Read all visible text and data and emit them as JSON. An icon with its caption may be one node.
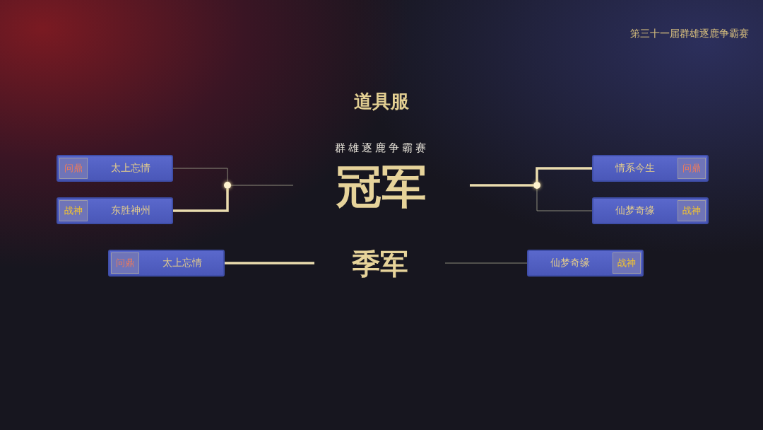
{
  "diagram": {
    "title": "道具服",
    "nodes": [
      {
        "text": [
          "问鼎",
          "太上忘情"
        ]
      },
      {
        "text": [
          "战神",
          "东胜神州"
        ]
      },
      {
        "text": [],
        "shape": "circle"
      },
      {
        "text": [
          "冠军"
        ]
      },
      {
        "text": [],
        "shape": "circle"
      },
      {
        "text": [
          "情系今生",
          "问鼎"
        ]
      },
      {
        "text": [
          "仙梦奇缘",
          "战神"
        ]
      },
      {
        "text": [
          "问鼎",
          "太上忘情"
        ]
      },
      {
        "text": [
          "季军"
        ]
      },
      {
        "text": [
          "仙梦奇缘",
          "战神"
        ]
      }
    ],
    "edges": [
      {
        "from": 0,
        "to": 2,
        "arrow": "none"
      },
      {
        "from": 1,
        "to": 2,
        "arrow": "none",
        "style": "thick",
        "color": "#eadcae"
      },
      {
        "from": 2,
        "to": 3,
        "arrow": "none"
      },
      {
        "from": 5,
        "to": 4,
        "arrow": "none",
        "style": "thick",
        "color": "#eadcae"
      },
      {
        "from": 6,
        "to": 4,
        "arrow": "none"
      },
      {
        "from": 4,
        "to": 3,
        "arrow": "none",
        "style": "thick",
        "color": "#eadcae"
      },
      {
        "from": 7,
        "to": 8,
        "arrow": "none",
        "style": "thick",
        "color": "#eadcae"
      },
      {
        "from": 9,
        "to": 8,
        "arrow": "none"
      }
    ],
    "labels": [
      "第三十一届群雄逐鹿争霸赛",
      "群雄逐鹿争霸赛"
    ]
  }
}
